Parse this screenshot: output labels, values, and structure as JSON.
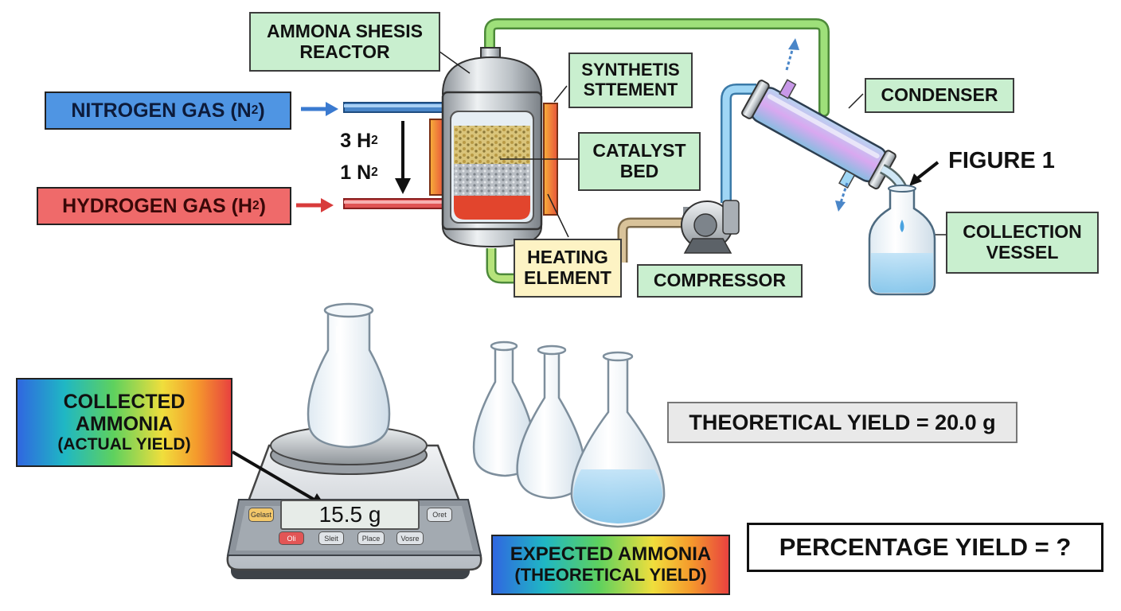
{
  "labels": {
    "reactor": [
      "AMMONA SHESIS",
      "REACTOR"
    ],
    "synthesis": [
      "SYNTHETIS",
      "STTEMENT"
    ],
    "condenser": "CONDENSER",
    "catalyst": [
      "CATALYST",
      "BED"
    ],
    "figure": "FIGURE 1",
    "nitrogen": {
      "text": "NITROGEN GAS (N",
      "sub": "2",
      "close": ")"
    },
    "hydrogen": {
      "text": "HYDROGEN GAS (H",
      "sub": "2",
      "close": ")"
    },
    "ratio_h": {
      "text": "3 H",
      "sub": "2"
    },
    "ratio_n": {
      "text": "1 N",
      "sub": "2"
    },
    "heating": [
      "HEATING",
      "ELEMENT"
    ],
    "compressor": "COMPRESSOR",
    "collection": [
      "COLLECTION",
      "VESSEL"
    ],
    "collected": [
      "COLLECTED",
      "AMMONIA",
      "(ACTUAL YIELD)"
    ],
    "theoretical": "THEORETICAL YIELD = 20.0 g",
    "expected": [
      "EXPECTED AMMONIA",
      "(THEORETICAL YIELD)"
    ],
    "percentage": "PERCENTAGE YIELD = ?"
  },
  "scale": {
    "display": "15.5 g",
    "buttons": {
      "top_left": "Gelast",
      "top_right": "Oret",
      "b1": "Oli",
      "b2": "Sleit",
      "b3": "Place",
      "b4": "Vosre"
    }
  },
  "colors": {
    "nitrogen": "#4f95e3",
    "hydrogen": "#ef6a6a",
    "label_green": "#c9efcf",
    "heating_yellow": "#fdf3c4"
  }
}
